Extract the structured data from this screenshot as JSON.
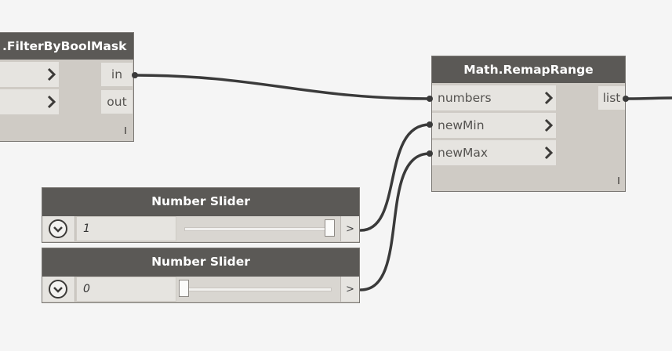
{
  "filter_node": {
    "title": ".FilterByBoolMask",
    "outputs": [
      "in",
      "out"
    ],
    "input_icons": [
      "chevron-right-icon",
      "chevron-right-icon"
    ],
    "lacing_mark": "l"
  },
  "remap_node": {
    "title": "Math.RemapRange",
    "inputs": [
      "numbers",
      "newMin",
      "newMax"
    ],
    "output": "list",
    "lacing_mark": "l"
  },
  "sliders": [
    {
      "title": "Number Slider",
      "value": "1",
      "level": 1.0,
      "output_label": ">",
      "dropdown_icon": "chevron-down-circle-icon"
    },
    {
      "title": "Number Slider",
      "value": "0",
      "level": 0.0,
      "output_label": ">",
      "dropdown_icon": "chevron-down-circle-icon"
    }
  ],
  "colors": {
    "canvas": "#f5f5f5",
    "node_header": "#5b5956",
    "node_body": "#cfcbc5",
    "port_row": "#e6e4e0",
    "wire": "#3a3a3a"
  }
}
